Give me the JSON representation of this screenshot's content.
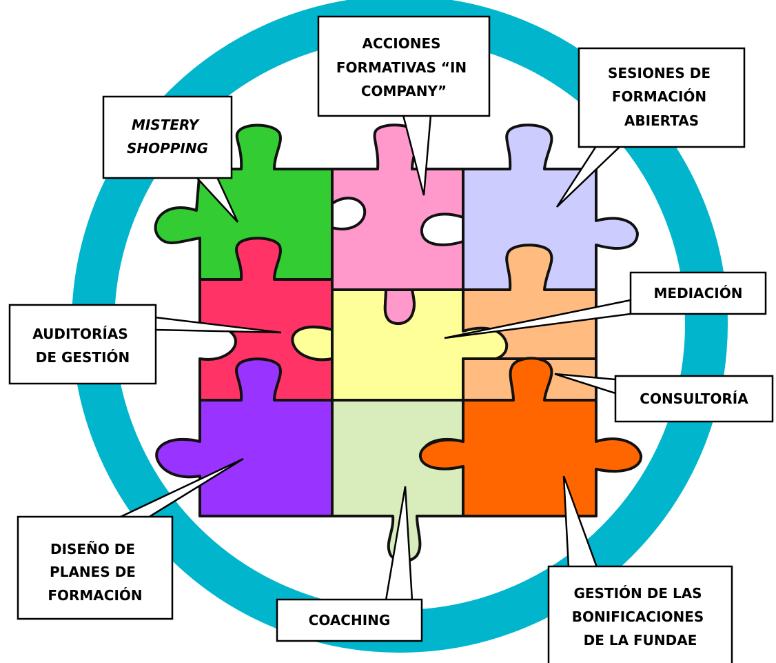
{
  "colors": {
    "ring": "#00b5cc",
    "mistery": "#33cc33",
    "acciones": "#ff99cc",
    "sesiones": "#ccccff",
    "auditorias": "#ff3366",
    "center": "#ffff99",
    "mediacion_consultoria": "#ffbb80",
    "diseno": "#9933ff",
    "coaching": "#d9ecbb",
    "gestion": "#ff6600"
  },
  "callouts": {
    "mistery": {
      "lines": [
        "MISTERY",
        "SHOPPING"
      ],
      "italic": true
    },
    "acciones": {
      "lines": [
        "ACCIONES",
        "FORMATIVAS “IN",
        "COMPANY”"
      ]
    },
    "sesiones": {
      "lines": [
        "SESIONES DE",
        "FORMACIÓN",
        "ABIERTAS"
      ]
    },
    "mediacion": {
      "lines": [
        "MEDIACIÓN"
      ]
    },
    "auditorias": {
      "lines": [
        "AUDITORÍAS",
        "DE GESTIÓN"
      ]
    },
    "consultoria": {
      "lines": [
        "CONSULTORÍA"
      ]
    },
    "diseno": {
      "lines": [
        "DISEÑO DE",
        "PLANES DE",
        "FORMACIÓN"
      ]
    },
    "coaching": {
      "lines": [
        "COACHING"
      ]
    },
    "gestion": {
      "lines": [
        "GESTIÓN DE LAS",
        "BONIFICACIONES",
        "DE LA FUNDAE"
      ]
    }
  }
}
